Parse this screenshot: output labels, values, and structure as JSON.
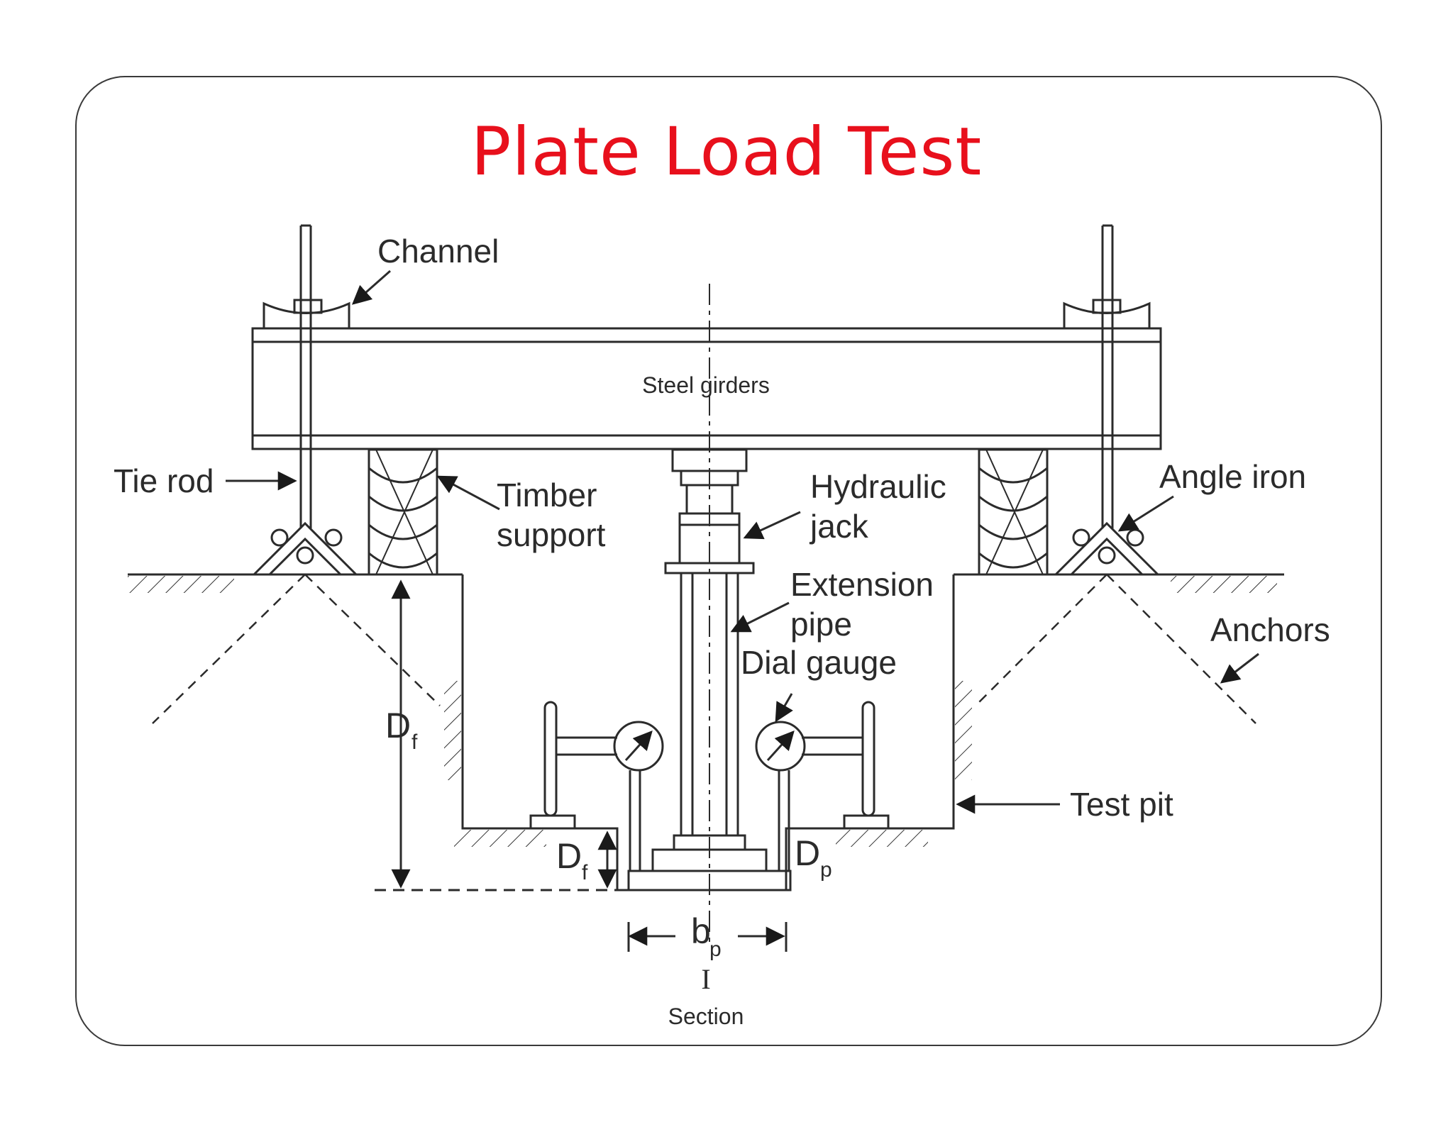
{
  "title": "Plate Load Test",
  "title_color": "#e8101c",
  "labels": {
    "channel": "Channel",
    "steel_girders": "Steel girders",
    "tie_rod": "Tie rod",
    "timber": "Timber",
    "support": "support",
    "hydraulic": "Hydraulic",
    "jack": "jack",
    "angle_iron": "Angle iron",
    "extension": "Extension",
    "pipe": "pipe",
    "dial_gauge": "Dial gauge",
    "anchors": "Anchors",
    "test_pit": "Test pit",
    "section_mark": "I",
    "section": "Section"
  },
  "symbols": {
    "D": "D",
    "f": "f",
    "p": "p",
    "b": "b"
  }
}
